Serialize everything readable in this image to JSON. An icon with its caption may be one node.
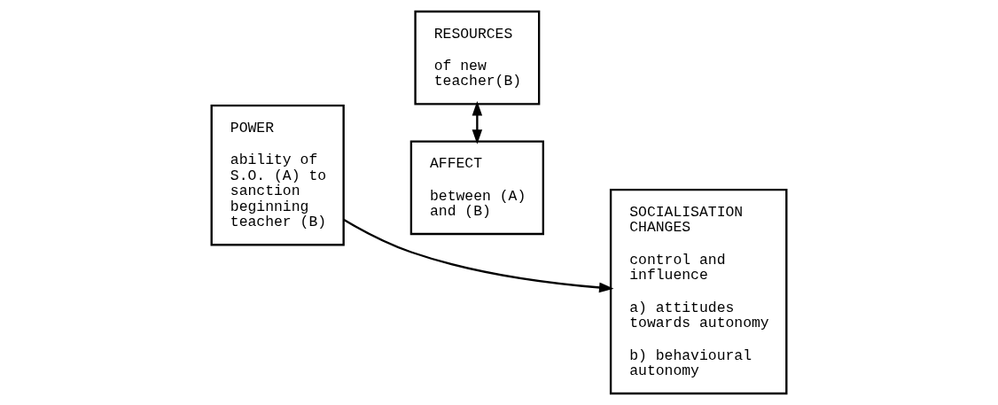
{
  "diagram": {
    "nodes": [
      {
        "text": [
          "POWER",
          "ability of S.O. (A) to sanction beginning teacher (B)"
        ]
      },
      {
        "text": [
          "RESOURCES",
          "of new teacher(B)"
        ]
      },
      {
        "text": [
          "AFFECT",
          "between (A) and (B)"
        ]
      },
      {
        "text": [
          "SOCIALISATION CHANGES",
          "control and influence",
          "a) attitudes towards autonomy",
          "b) behavioural autonomy"
        ]
      }
    ],
    "edges": [
      {
        "from": 0,
        "to": 3,
        "arrow": "to"
      },
      {
        "from": 1,
        "to": 2,
        "arrow": "both"
      }
    ]
  }
}
